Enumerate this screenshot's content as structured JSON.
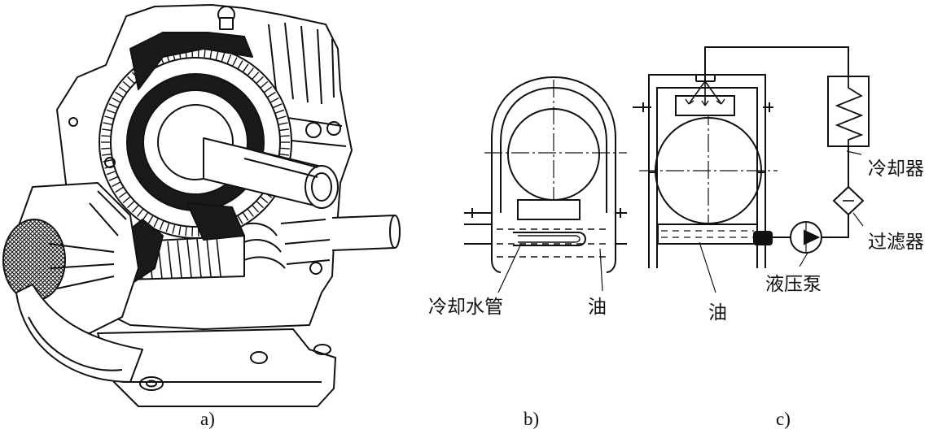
{
  "captions": {
    "a": "a)",
    "b": "b)",
    "c": "c)"
  },
  "labels_b": {
    "cooling_pipe": "冷却水管",
    "oil": "油"
  },
  "labels_c": {
    "cooler": "冷却器",
    "filter": "过滤器",
    "pump": "液压泵",
    "oil": "油"
  },
  "colors": {
    "ink": "#111111",
    "shade": "#1a1a1a",
    "paper": "#ffffff"
  }
}
